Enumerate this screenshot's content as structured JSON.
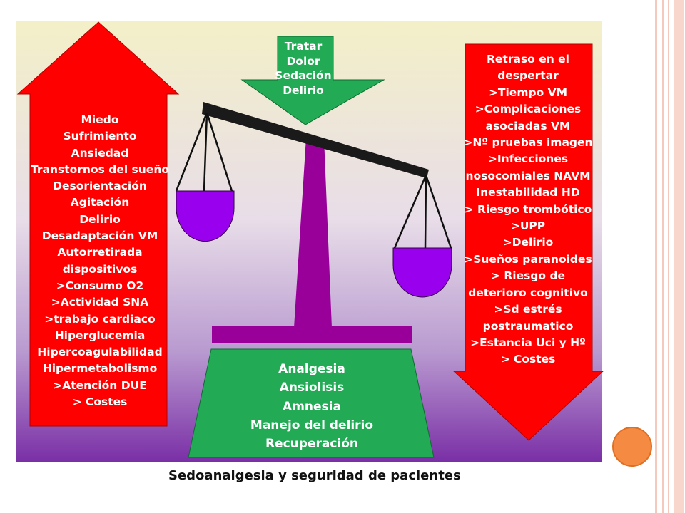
{
  "title_caption": "Sedoanalgesia y seguridad de pacientes",
  "down_arrow": {
    "lines": [
      "Tratar",
      "Dolor",
      "Sedación",
      "Delirio"
    ]
  },
  "left_arrow": {
    "lines": [
      "Miedo",
      "Sufrimiento",
      "Ansiedad",
      "Transtornos del sueño",
      "Desorientación",
      "Agitación",
      "Delirio",
      "Desadaptación VM",
      "Autorretirada",
      "dispositivos",
      ">Consumo O2",
      ">Actividad SNA",
      ">trabajo cardiaco",
      "Hiperglucemia",
      "Hipercoagulabilidad",
      "Hipermetabolismo",
      ">Atención DUE",
      "> Costes"
    ]
  },
  "right_arrow": {
    "lines": [
      "Retraso en el",
      "despertar",
      ">Tiempo VM",
      ">Complicaciones",
      "asociadas VM",
      ">Nº pruebas imagen",
      ">Infecciones",
      "nosocomiales NAVM",
      "Inestabilidad HD",
      "> Riesgo trombótico",
      ">UPP",
      ">Delirio",
      ">Sueños paranoides",
      "> Riesgo de",
      "deterioro cognitivo",
      ">Sd estrés",
      "postraumatico",
      ">Estancia Uci y Hº",
      "> Costes"
    ]
  },
  "base": {
    "lines": [
      "Analgesia",
      "Ansiolisis",
      "Amnesia",
      "Manejo del delirio",
      "Recuperación"
    ]
  },
  "colors": {
    "arrow_red": "#ff0000",
    "green": "#22aa55",
    "purple": "#990099",
    "pan_purple": "#9900ee",
    "bg_top": "#f3f0c8",
    "bg_bottom": "#7a2fa6",
    "beam": "#1a1a1a",
    "accent_orange": "#f58a42",
    "frame_pink": "#f2b8a8"
  }
}
